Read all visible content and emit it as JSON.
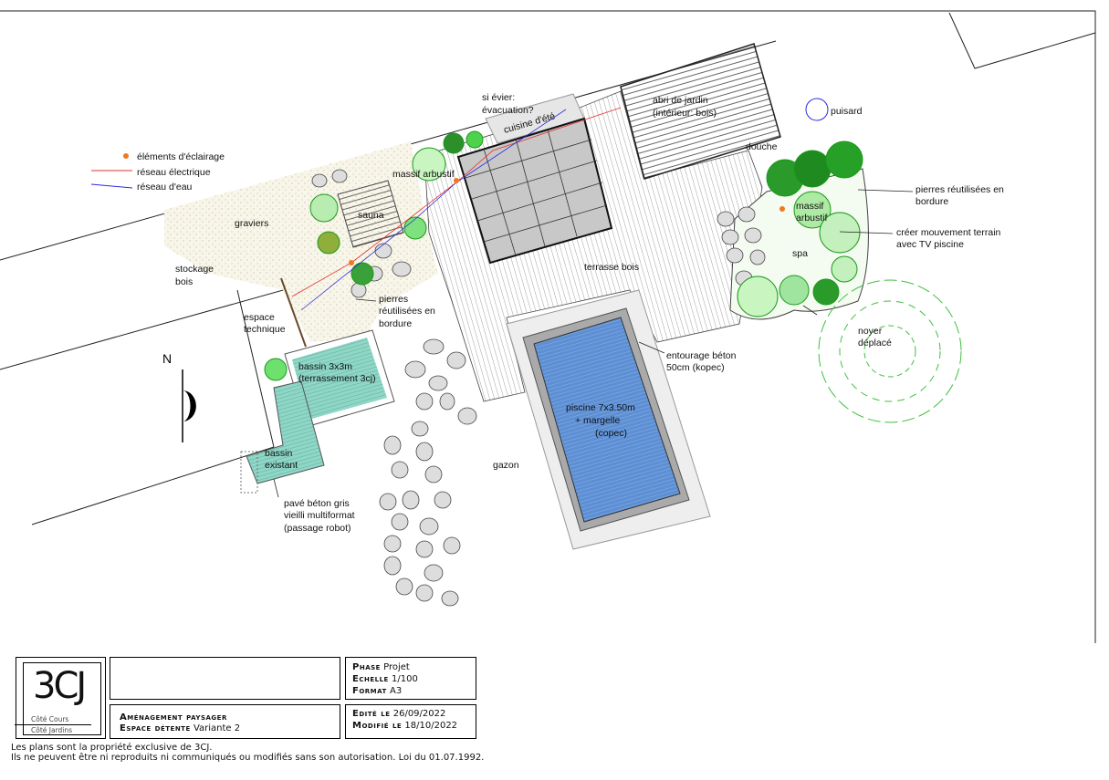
{
  "plan": {
    "legend": {
      "lighting": "éléments d'éclairage",
      "electric": "réseau électrique",
      "water": "réseau d'eau"
    },
    "labels": {
      "sink": "si évier:",
      "evacuation": "évacuation?",
      "kitchen": "cuisine d'été",
      "shed1": "abri de jardin",
      "shed2": "(intérieur: bois)",
      "shower": "douche",
      "well": "puisard",
      "massif_left": "massif arbustif",
      "massif_right1": "massif",
      "massif_right2": "arbustif",
      "stones_right1": "pierres réutilisées en",
      "stones_right2": "bordure",
      "terrain1": "créer mouvement terrain",
      "terrain2": "avec TV piscine",
      "spa": "spa",
      "gravel": "graviers",
      "sauna": "sauna",
      "wood1": "stockage",
      "wood2": "bois",
      "tech1": "espace",
      "tech2": "technique",
      "stones_left1": "pierres",
      "stones_left2": "réutilisées en",
      "stones_left3": "bordure",
      "deck": "terrasse bois",
      "walnut1": "noyer",
      "walnut2": "déplacé",
      "surround1": "entourage béton",
      "surround2": "50cm (kopec)",
      "pond1": "bassin 3x3m",
      "pond2": "(terrassement 3cj)",
      "pool1": "piscine 7x3.50m",
      "pool2": "+     margelle",
      "pool3": "(copec)",
      "lawn": "gazon",
      "pond_exist1": "bassin",
      "pond_exist2": "existant",
      "paving1": "pavé béton gris",
      "paving2": "vieilli multiformat",
      "paving3": "(passage robot)",
      "north": "N"
    },
    "colors": {
      "electric": "#e53030",
      "water": "#2a2ae0",
      "lighting": "#f07820",
      "pool": "#5b8fd6",
      "plant": "#22bb22"
    }
  },
  "title_block": {
    "logo": "3CJ",
    "logo_line1": "Côté Cours",
    "logo_line2": "Côté Jardins",
    "phase_label": "Phase",
    "phase_value": "Projet",
    "scale_label": "Echelle",
    "scale_value": "1/100",
    "format_label": "Format",
    "format_value": "A3",
    "project_line1": "Aménagement paysager",
    "project_line2_bold": "Espace détente",
    "project_line2_value": "Variante 2",
    "edited_label": "Edité le",
    "edited_value": "26/09/2022",
    "modified_label": "Modifié le",
    "modified_value": "18/10/2022"
  },
  "footer": {
    "line1": "Les plans sont la propriété exclusive de 3CJ.",
    "line2": "Ils ne peuvent être ni reproduits ni communiqués ou modifiés sans son autorisation. Loi du 01.07.1992."
  }
}
